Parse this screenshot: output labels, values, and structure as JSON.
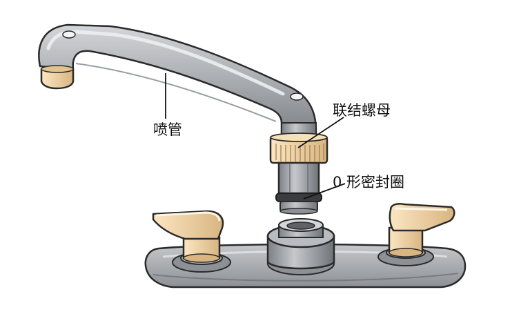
{
  "labels": {
    "spout": "喷管",
    "coupling_nut": "联结螺母",
    "o_ring": "0 形密封圈"
  },
  "colors": {
    "metal": "#a9acb0",
    "metal_light": "#d4d6d9",
    "metal_dark": "#7c8085",
    "brass": "#f2d5a6",
    "brass_dark": "#c9a36c",
    "outline": "#2a2a2a",
    "label_text": "#111111"
  }
}
